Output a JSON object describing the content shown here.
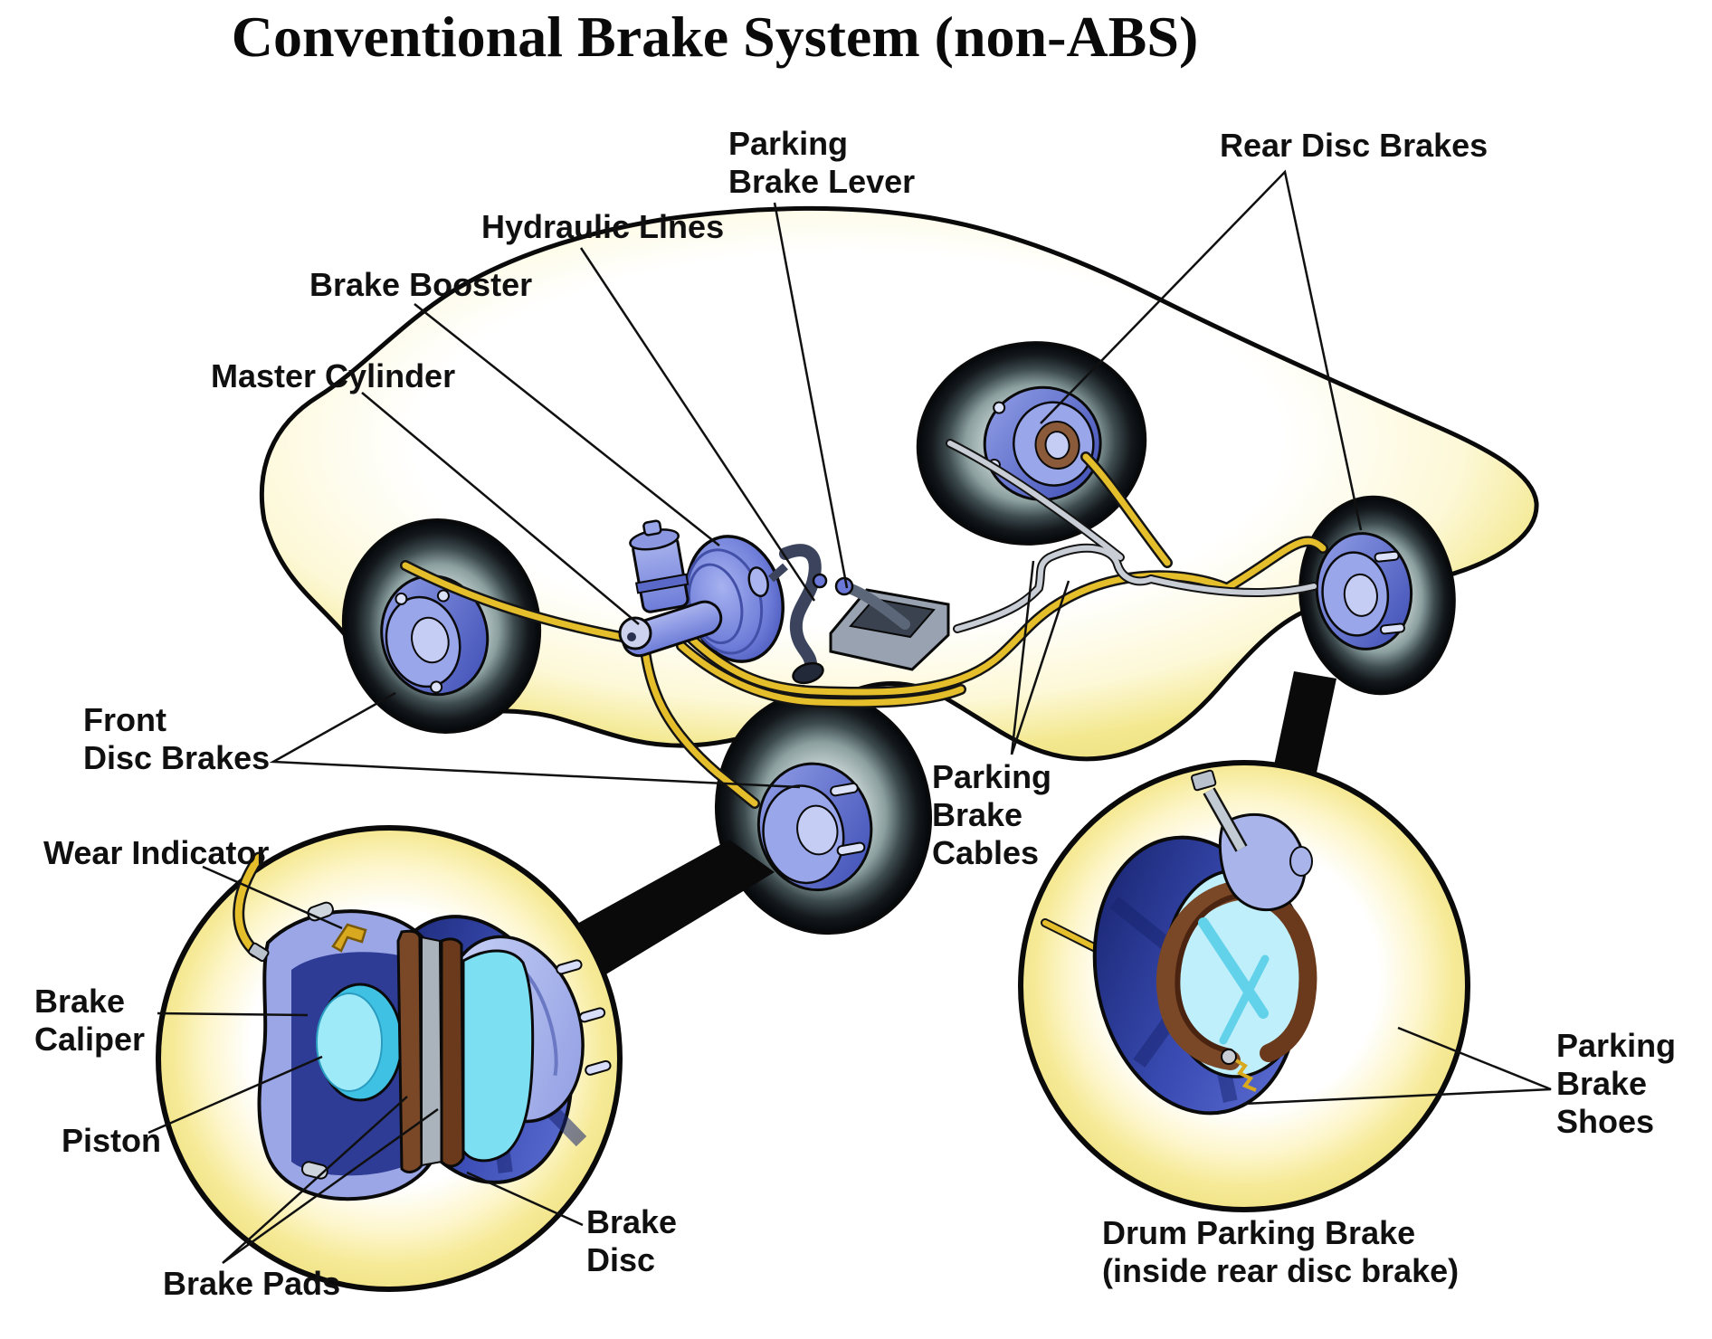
{
  "title": "Conventional Brake System (non-ABS)",
  "labels": {
    "parking_brake_lever": "Parking\nBrake Lever",
    "rear_disc_brakes": "Rear Disc Brakes",
    "hydraulic_lines": "Hydraulic Lines",
    "brake_booster": "Brake Booster",
    "master_cylinder": "Master Cylinder",
    "front_disc_brakes": "Front\nDisc Brakes",
    "wear_indicator": "Wear Indicator",
    "brake_caliper": "Brake\nCaliper",
    "piston": "Piston",
    "brake_pads": "Brake Pads",
    "brake_disc": "Brake\nDisc",
    "parking_brake_cables": "Parking\nBrake\nCables",
    "parking_brake_shoes": "Parking\nBrake\nShoes",
    "drum_parking_brake": "Drum Parking Brake\n(inside rear disc brake)"
  },
  "colors": {
    "body_yellow": "#f1e78f",
    "component_blue": "#8b97e0",
    "disc_navy": "#2a3a9c",
    "piston_cyan": "#7de0f2",
    "pad_brown": "#784323",
    "hydraulic_gold": "#e5be2b",
    "cable_gray": "#c9ced6",
    "tire_dark": "#0c1014",
    "label_black": "#101010"
  }
}
